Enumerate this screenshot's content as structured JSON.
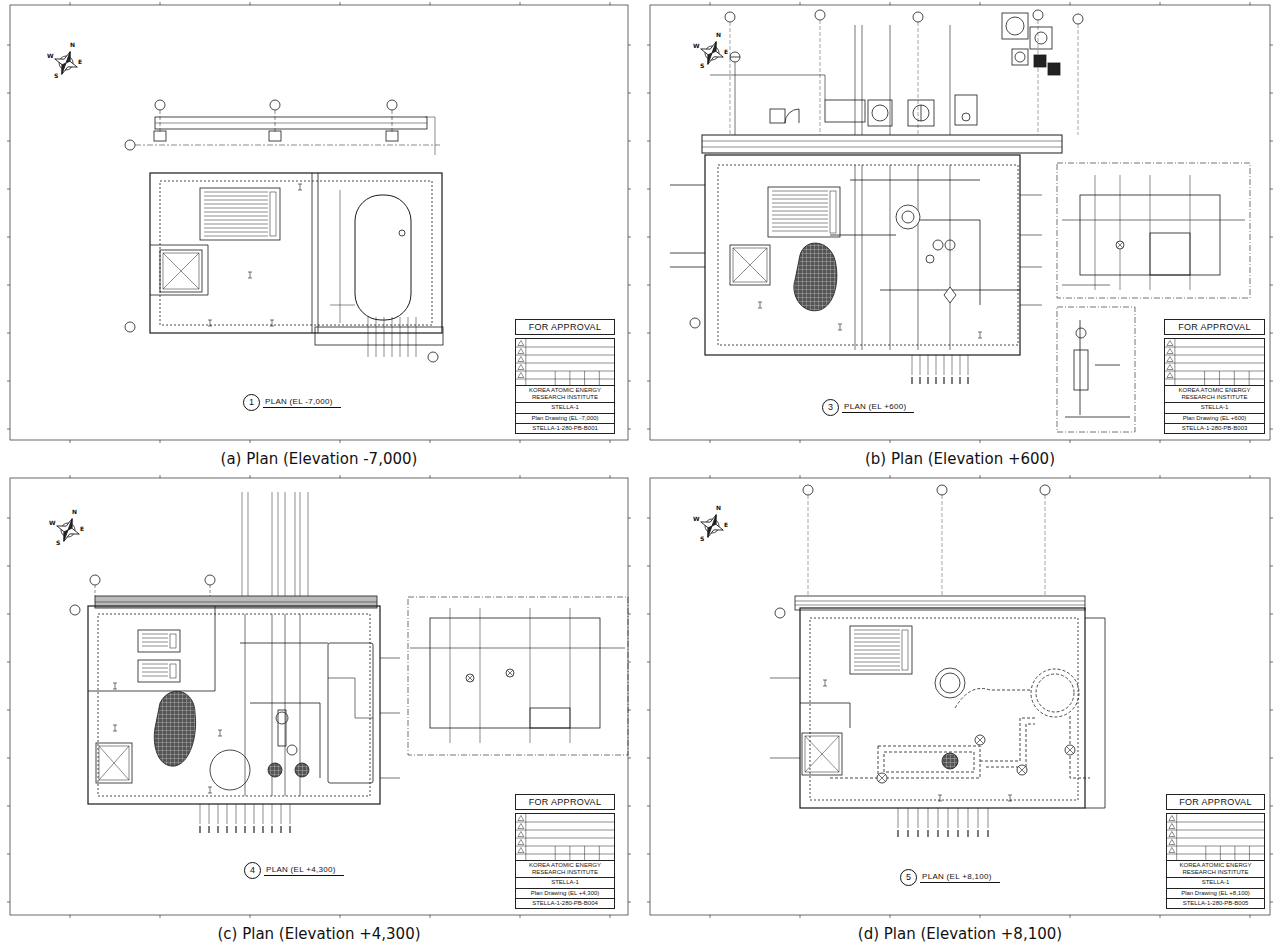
{
  "diagram": {
    "nodes": [
      {
        "text": [
          "(a) Plan (Elevation -7,000)"
        ]
      },
      {
        "text": [
          "FOR APPROVAL"
        ],
        "in": 0
      },
      {
        "text": [
          "KOREA ATOMIC ENERGY RESEARCH INSTITUTE",
          "STELLA-1",
          "Plan Drawing (EL -7,000)",
          "STELLA-1-280-PB-B001"
        ],
        "in": 0
      },
      {
        "text": [
          "1"
        ],
        "in": 0
      },
      {
        "text": [
          "(b) Plan (Elevation +600)"
        ]
      },
      {
        "text": [
          "FOR APPROVAL"
        ],
        "in": 4
      },
      {
        "text": [
          "KOREA ATOMIC ENERGY RESEARCH INSTITUTE",
          "STELLA-1",
          "Plan Drawing (EL +600)",
          "STELLA-1-280-PB-B003"
        ],
        "in": 4
      },
      {
        "text": [
          "3"
        ],
        "in": 4
      },
      {
        "text": [
          "(c) Plan (Elevation +4,300)"
        ]
      },
      {
        "text": [
          "FOR APPROVAL"
        ],
        "in": 8
      },
      {
        "text": [
          "KOREA ATOMIC ENERGY RESEARCH INSTITUTE",
          "STELLA-1",
          "Plan Drawing (EL +4,300)",
          "STELLA-1-280-PB-B004"
        ],
        "in": 8
      },
      {
        "text": [
          "4"
        ],
        "in": 8
      },
      {
        "text": [
          "(d) Plan (Elevation +8,100)"
        ]
      },
      {
        "text": [
          "FOR APPROVAL"
        ],
        "in": 12
      },
      {
        "text": [
          "KOREA ATOMIC ENERGY RESEARCH INSTITUTE",
          "STELLA-1",
          "Plan Drawing (EL +8,100)",
          "STELLA-1-280-PB-B005"
        ],
        "in": 12
      },
      {
        "text": [
          "5"
        ],
        "in": 12
      }
    ],
    "labels": [
      "PLAN (EL -7,000)",
      "N",
      "W",
      "E",
      "S",
      "PLAN (EL +600)",
      "N",
      "W",
      "E",
      "S",
      "PLAN (EL +4,300)",
      "N",
      "W",
      "E",
      "S",
      "PLAN (EL +8,100)",
      "N",
      "W",
      "E",
      "S"
    ]
  }
}
